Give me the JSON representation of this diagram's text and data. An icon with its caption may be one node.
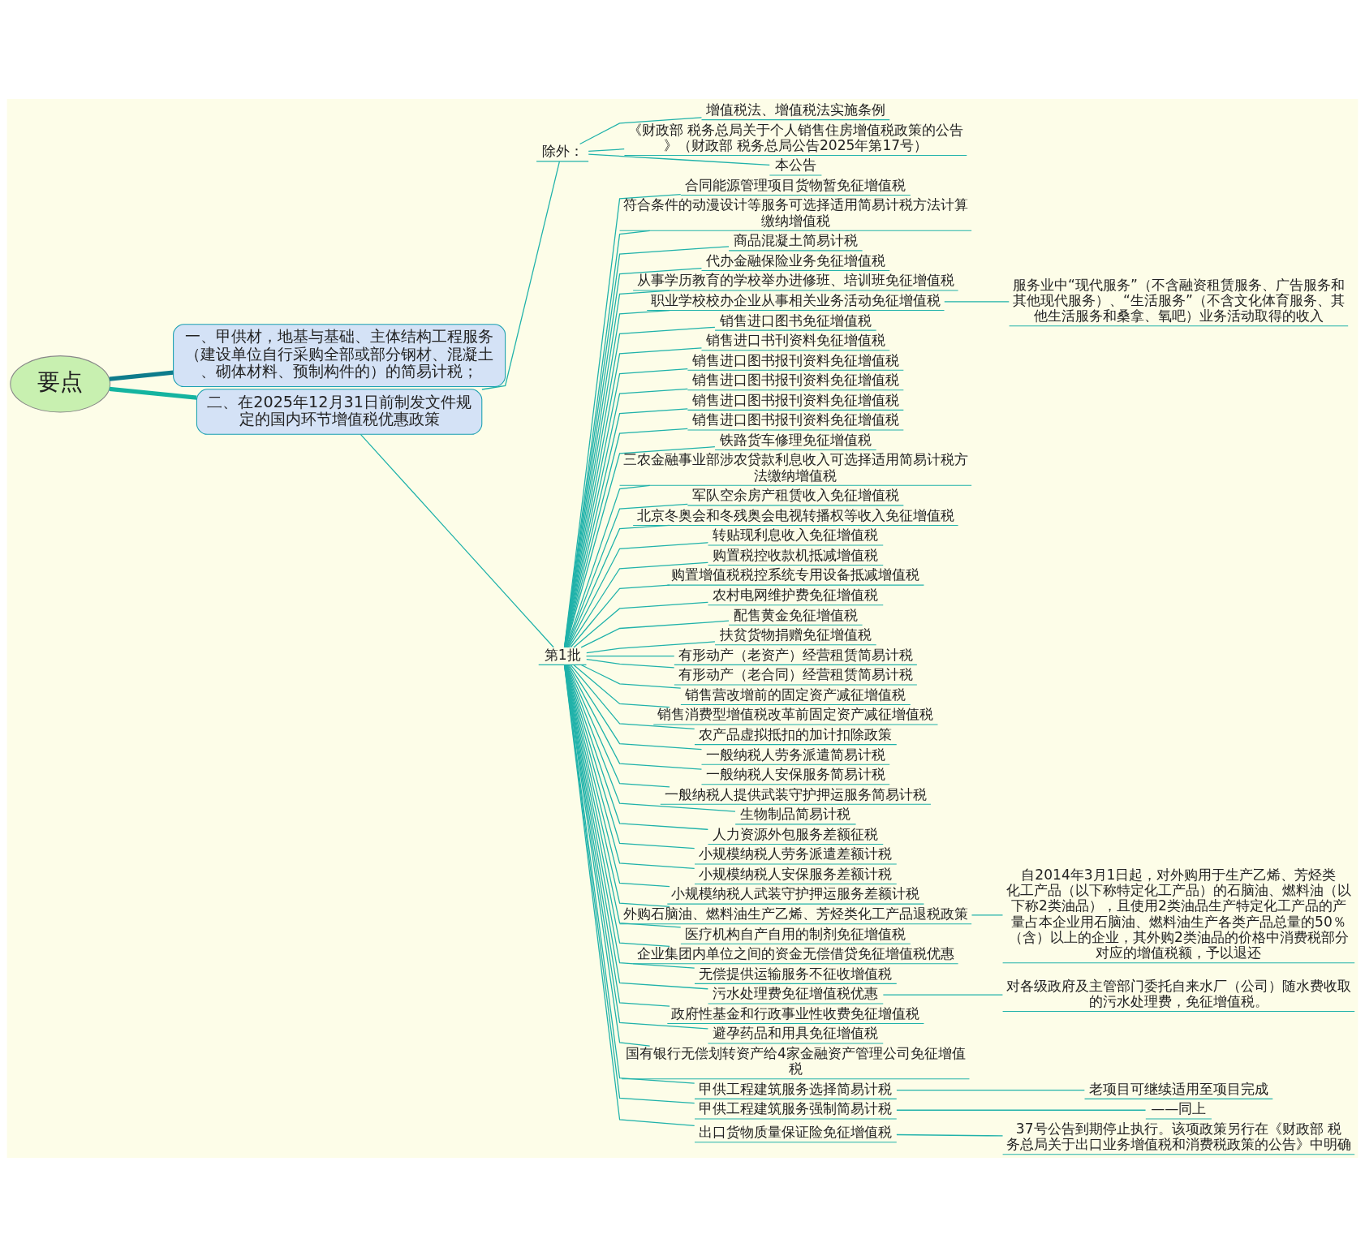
{
  "diagram": {
    "nodes": [
      {
        "text": [
          "要点"
        ]
      },
      {
        "text": [
          "一、甲供材，地基与基础、主体结构工程服务（建设单位自行采购全部或部分钢材、混凝土、砌体材料、预制构件的）的简易计税；"
        ]
      },
      {
        "text": [
          "二、在2025年12月31日前制发文件规定的国内环节增值税优惠政策"
        ]
      },
      {
        "text": [
          "除外："
        ]
      },
      {
        "text": [
          "增值税法、增值税法实施条例"
        ]
      },
      {
        "text": [
          "《财政部 税务总局关于个人销售住房增值税政策的公告》（财政部 税务总局公告2025年第17号）"
        ]
      },
      {
        "text": [
          "本公告"
        ]
      },
      {
        "text": [
          "第1批"
        ]
      },
      {
        "text": [
          "合同能源管理项目货物暂免征增值税"
        ]
      },
      {
        "text": [
          "符合条件的动漫设计等服务可选择适用简易计税方法计算缴纳增值税"
        ]
      },
      {
        "text": [
          "商品混凝土简易计税"
        ]
      },
      {
        "text": [
          "代办金融保险业务免征增值税"
        ]
      },
      {
        "text": [
          "从事学历教育的学校举办进修班、培训班免征增值税"
        ]
      },
      {
        "text": [
          "职业学校校办企业从事相关业务活动免征增值税"
        ]
      },
      {
        "text": [
          "服务业中“现代服务”（不含融资租赁服务、广告服务和其他现代服务）、“生活服务”（不含文化体育服务、其他生活服务和桑拿、氧吧）业务活动取得的收入"
        ]
      },
      {
        "text": [
          "销售进口图书免征增值税"
        ]
      },
      {
        "text": [
          "销售进口书刊资料免征增值税"
        ]
      },
      {
        "text": [
          "销售进口图书报刊资料免征增值税"
        ]
      },
      {
        "text": [
          "销售进口图书报刊资料免征增值税"
        ]
      },
      {
        "text": [
          "销售进口图书报刊资料免征增值税"
        ]
      },
      {
        "text": [
          "销售进口图书报刊资料免征增值税"
        ]
      },
      {
        "text": [
          "铁路货车修理免征增值税"
        ]
      },
      {
        "text": [
          "三农金融事业部涉农贷款利息收入可选择适用简易计税方法缴纳增值税"
        ]
      },
      {
        "text": [
          "军队空余房产租赁收入免征增值税"
        ]
      },
      {
        "text": [
          "北京冬奥会和冬残奥会电视转播权等收入免征增值税"
        ]
      },
      {
        "text": [
          "转贴现利息收入免征增值税"
        ]
      },
      {
        "text": [
          "购置税控收款机抵减增值税"
        ]
      },
      {
        "text": [
          "购置增值税税控系统专用设备抵减增值税"
        ]
      },
      {
        "text": [
          "农村电网维护费免征增值税"
        ]
      },
      {
        "text": [
          "配售黄金免征增值税"
        ]
      },
      {
        "text": [
          "扶贫货物捐赠免征增值税"
        ]
      },
      {
        "text": [
          "有形动产（老资产）经营租赁简易计税"
        ]
      },
      {
        "text": [
          "有形动产（老合同）经营租赁简易计税"
        ]
      },
      {
        "text": [
          "销售营改增前的固定资产减征增值税"
        ]
      },
      {
        "text": [
          "销售消费型增值税改革前固定资产减征增值税"
        ]
      },
      {
        "text": [
          "农产品虚拟抵扣的加计扣除政策"
        ]
      },
      {
        "text": [
          "一般纳税人劳务派遣简易计税"
        ]
      },
      {
        "text": [
          "一般纳税人安保服务简易计税"
        ]
      },
      {
        "text": [
          "一般纳税人提供武装守护押运服务简易计税"
        ]
      },
      {
        "text": [
          "生物制品简易计税"
        ]
      },
      {
        "text": [
          "人力资源外包服务差额征税"
        ]
      },
      {
        "text": [
          "小规模纳税人劳务派遣差额计税"
        ]
      },
      {
        "text": [
          "小规模纳税人安保服务差额计税"
        ]
      },
      {
        "text": [
          "小规模纳税人武装守护押运服务差额计税"
        ]
      },
      {
        "text": [
          "外购石脑油、燃料油生产乙烯、芳烃类化工产品退税政策"
        ]
      },
      {
        "text": [
          "自2014年3月1日起，对外购用于生产乙烯、芳烃类化工产品（以下称特定化工产品）的石脑油、燃料油（以下称2类油品），且使用2类油品生产特定化工产品的产量占本企业用石脑油、燃料油生产各类产品总量的50％（含）以上的企业，其外购2类油品的价格中消费税部分对应的增值税额，予以退还"
        ]
      },
      {
        "text": [
          "医疗机构自产自用的制剂免征增值税"
        ]
      },
      {
        "text": [
          "企业集团内单位之间的资金无偿借贷免征增值税优惠"
        ]
      },
      {
        "text": [
          "无偿提供运输服务不征收增值税"
        ]
      },
      {
        "text": [
          "污水处理费免征增值税优惠"
        ]
      },
      {
        "text": [
          "对各级政府及主管部门委托自来水厂（公司）随水费收取的污水处理费，免征增值税。"
        ]
      },
      {
        "text": [
          "政府性基金和行政事业性收费免征增值税"
        ]
      },
      {
        "text": [
          "避孕药品和用具免征增值税"
        ]
      },
      {
        "text": [
          "国有银行无偿划转资产给4家金融资产管理公司免征增值税"
        ]
      },
      {
        "text": [
          "甲供工程建筑服务选择简易计税"
        ]
      },
      {
        "text": [
          "老项目可继续适用至项目完成"
        ]
      },
      {
        "text": [
          "甲供工程建筑服务强制简易计税"
        ]
      },
      {
        "text": [
          "——同上"
        ]
      },
      {
        "text": [
          "出口货物质量保证险免征增值税"
        ]
      },
      {
        "text": [
          "37号公告到期停止执行。该项政策另行在《财政部 税务总局关于出口业务增值税和消费税政策的公告》中明确"
        ]
      }
    ],
    "edges": [
      {
        "from": 0,
        "to": 1,
        "arrow": "none",
        "style": "thick",
        "color": "#0e7c8c"
      },
      {
        "from": 0,
        "to": 2,
        "arrow": "none",
        "style": "thick",
        "color": "#14b4a0"
      },
      {
        "from": 2,
        "to": 3,
        "arrow": "none"
      },
      {
        "from": 2,
        "to": 7,
        "arrow": "none"
      },
      {
        "from": 3,
        "to": 4,
        "arrow": "none"
      },
      {
        "from": 3,
        "to": 5,
        "arrow": "none"
      },
      {
        "from": 3,
        "to": 6,
        "arrow": "none"
      },
      {
        "from": 7,
        "to": 8,
        "arrow": "none"
      },
      {
        "from": 7,
        "to": 9,
        "arrow": "none"
      },
      {
        "from": 7,
        "to": 10,
        "arrow": "none"
      },
      {
        "from": 7,
        "to": 11,
        "arrow": "none"
      },
      {
        "from": 7,
        "to": 12,
        "arrow": "none"
      },
      {
        "from": 7,
        "to": 13,
        "arrow": "none"
      },
      {
        "from": 13,
        "to": 14,
        "arrow": "none"
      },
      {
        "from": 7,
        "to": 15,
        "arrow": "none"
      },
      {
        "from": 7,
        "to": 16,
        "arrow": "none"
      },
      {
        "from": 7,
        "to": 17,
        "arrow": "none"
      },
      {
        "from": 7,
        "to": 18,
        "arrow": "none"
      },
      {
        "from": 7,
        "to": 19,
        "arrow": "none"
      },
      {
        "from": 7,
        "to": 20,
        "arrow": "none"
      },
      {
        "from": 7,
        "to": 21,
        "arrow": "none"
      },
      {
        "from": 7,
        "to": 22,
        "arrow": "none"
      },
      {
        "from": 7,
        "to": 23,
        "arrow": "none"
      },
      {
        "from": 7,
        "to": 24,
        "arrow": "none"
      },
      {
        "from": 7,
        "to": 25,
        "arrow": "none"
      },
      {
        "from": 7,
        "to": 26,
        "arrow": "none"
      },
      {
        "from": 7,
        "to": 27,
        "arrow": "none"
      },
      {
        "from": 7,
        "to": 28,
        "arrow": "none"
      },
      {
        "from": 7,
        "to": 29,
        "arrow": "none"
      },
      {
        "from": 7,
        "to": 30,
        "arrow": "none"
      },
      {
        "from": 7,
        "to": 31,
        "arrow": "none"
      },
      {
        "from": 7,
        "to": 32,
        "arrow": "none"
      },
      {
        "from": 7,
        "to": 33,
        "arrow": "none"
      },
      {
        "from": 7,
        "to": 34,
        "arrow": "none"
      },
      {
        "from": 7,
        "to": 35,
        "arrow": "none"
      },
      {
        "from": 7,
        "to": 36,
        "arrow": "none"
      },
      {
        "from": 7,
        "to": 37,
        "arrow": "none"
      },
      {
        "from": 7,
        "to": 38,
        "arrow": "none"
      },
      {
        "from": 7,
        "to": 39,
        "arrow": "none"
      },
      {
        "from": 7,
        "to": 40,
        "arrow": "none"
      },
      {
        "from": 7,
        "to": 41,
        "arrow": "none"
      },
      {
        "from": 7,
        "to": 42,
        "arrow": "none"
      },
      {
        "from": 7,
        "to": 43,
        "arrow": "none"
      },
      {
        "from": 7,
        "to": 44,
        "arrow": "none"
      },
      {
        "from": 44,
        "to": 45,
        "arrow": "none"
      },
      {
        "from": 7,
        "to": 46,
        "arrow": "none"
      },
      {
        "from": 7,
        "to": 47,
        "arrow": "none"
      },
      {
        "from": 7,
        "to": 48,
        "arrow": "none"
      },
      {
        "from": 7,
        "to": 49,
        "arrow": "none"
      },
      {
        "from": 49,
        "to": 50,
        "arrow": "none"
      },
      {
        "from": 7,
        "to": 51,
        "arrow": "none"
      },
      {
        "from": 7,
        "to": 52,
        "arrow": "none"
      },
      {
        "from": 7,
        "to": 53,
        "arrow": "none"
      },
      {
        "from": 7,
        "to": 54,
        "arrow": "none"
      },
      {
        "from": 54,
        "to": 55,
        "arrow": "none"
      },
      {
        "from": 7,
        "to": 56,
        "arrow": "none"
      },
      {
        "from": 56,
        "to": 57,
        "arrow": "none"
      },
      {
        "from": 7,
        "to": 58,
        "arrow": "none"
      },
      {
        "from": 58,
        "to": 59,
        "arrow": "none"
      }
    ]
  }
}
